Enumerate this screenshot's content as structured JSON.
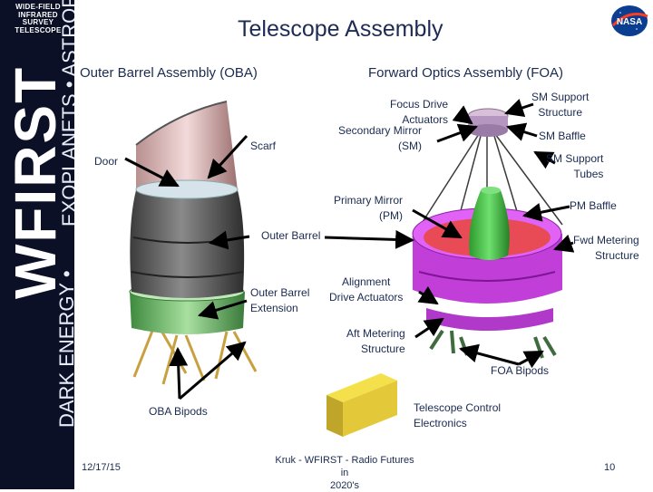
{
  "sidebar": {
    "mission_name": "WIDE-FIELD\nINFRARED\nSURVEY\nTELESCOPE",
    "brand": "WFIRST",
    "tagline_top": "EXOPLANETS • ASTROPHYSICS",
    "tagline_bottom": "DARK ENERGY •"
  },
  "title": "Telescope Assembly",
  "logo_text": "NASA",
  "labels": {
    "oba": "Outer Barrel Assembly (OBA)",
    "foa": "Forward Optics Assembly (FOA)",
    "door": "Door",
    "scarf": "Scarf",
    "focus_drive": "Focus Drive\nActuators",
    "secondary_mirror": "Secondary Mirror\n(SM)",
    "sm_support_structure": "SM Support\nStructure",
    "sm_baffle": "SM Baffle",
    "sm_support_tubes": "SM Support\nTubes",
    "primary_mirror": "Primary Mirror\n(PM)",
    "pm_baffle": "PM Baffle",
    "outer_barrel": "Outer Barrel",
    "fwd_metering": "Fwd Metering\nStructure",
    "outer_barrel_extension": "Outer Barrel\nExtension",
    "alignment_drive": "Alignment\nDrive Actuators",
    "aft_metering": "Aft Metering\nStructure",
    "foa_bipods": "FOA Bipods",
    "oba_bipods": "OBA Bipods",
    "telescope_control": "Telescope Control\nElectronics"
  },
  "footer": {
    "date": "12/17/15",
    "center": "Kruk - WFIRST - Radio Futures in\n2020's",
    "page": "10"
  }
}
